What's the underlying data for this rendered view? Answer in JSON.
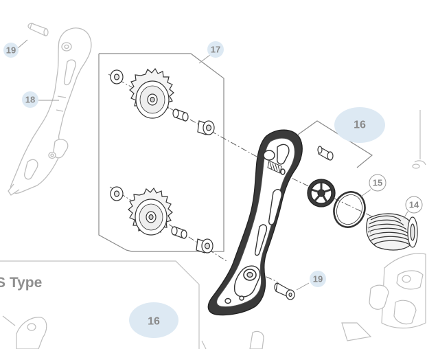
{
  "diagram": {
    "type_label": "S Type",
    "callouts": [
      {
        "id": "19a",
        "number": "19"
      },
      {
        "id": "17",
        "number": "17"
      },
      {
        "id": "18",
        "number": "18"
      },
      {
        "id": "16a",
        "number": "16"
      },
      {
        "id": "15",
        "number": "15"
      },
      {
        "id": "14",
        "number": "14"
      },
      {
        "id": "19b",
        "number": "19"
      },
      {
        "id": "16b",
        "number": "16"
      }
    ],
    "colors": {
      "line": "#333333",
      "faded_line": "#b8b8b8",
      "box_line": "#8a8a8a",
      "callout_fill": "#dde9f3",
      "callout_text": "#8a8a8a"
    }
  }
}
